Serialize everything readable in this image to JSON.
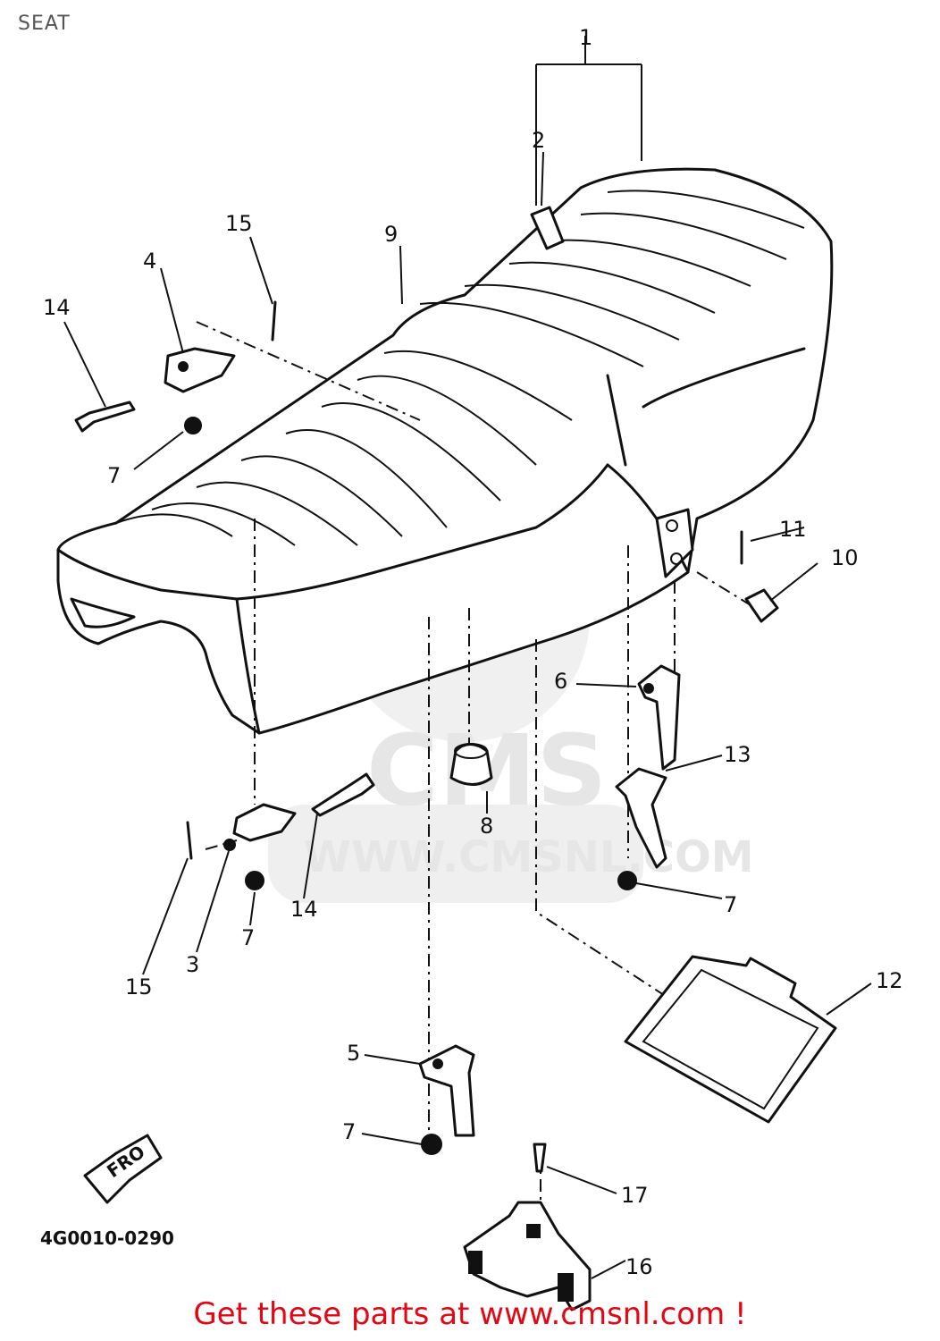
{
  "page": {
    "title": "SEAT",
    "footer": "Get these parts at www.cmsnl.com !"
  },
  "diagram": {
    "code": "4G0010-0290",
    "arrow_label": "FRO",
    "watermark": {
      "logo": "CMS",
      "url": "WWW.CMSNL.COM"
    },
    "callouts": {
      "c1": "1",
      "c2": "2",
      "c3": "3",
      "c4": "4",
      "c5": "5",
      "c6": "6",
      "c7a": "7",
      "c7b": "7",
      "c7c": "7",
      "c7d": "7",
      "c8": "8",
      "c9": "9",
      "c10": "10",
      "c11": "11",
      "c12": "12",
      "c13": "13",
      "c14a": "14",
      "c14b": "14",
      "c15a": "15",
      "c15b": "15",
      "c16": "16",
      "c17": "17"
    }
  }
}
